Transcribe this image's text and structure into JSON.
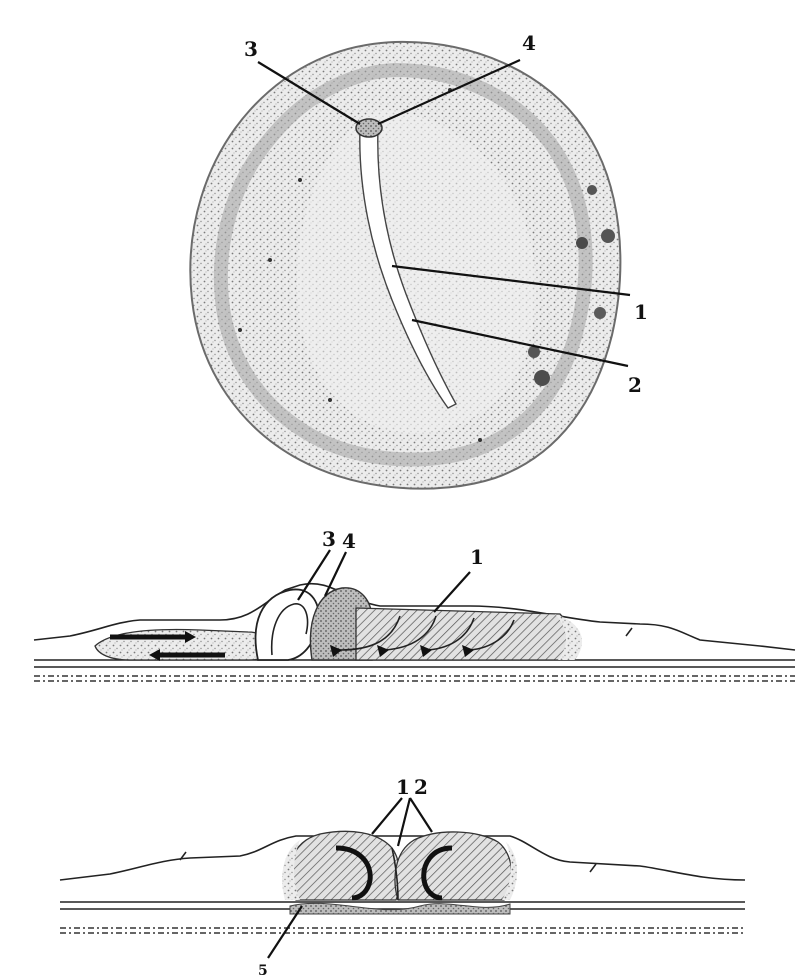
{
  "figure": {
    "top_view": {
      "labels": {
        "l3": "3",
        "l4": "4",
        "l1": "1",
        "l2": "2"
      }
    },
    "middle_section": {
      "labels": {
        "l3": "3",
        "l4": "4",
        "l1": "1"
      }
    },
    "bottom_section": {
      "labels": {
        "l1": "1",
        "l2": "2",
        "l5": "5"
      }
    }
  },
  "colors": {
    "ink": "#111111",
    "stipple": "#9a9a9a",
    "hatch": "#555555",
    "background": "#ffffff"
  }
}
